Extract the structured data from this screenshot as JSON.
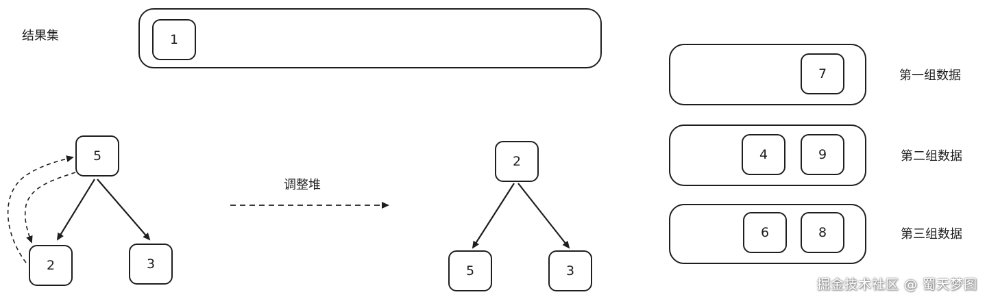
{
  "result_set": {
    "label": "结果集",
    "items": [
      "1"
    ]
  },
  "left_tree": {
    "root": "5",
    "left": "2",
    "right": "3"
  },
  "operation": {
    "label": "调整堆"
  },
  "right_tree": {
    "root": "2",
    "left": "5",
    "right": "3"
  },
  "groups": [
    {
      "label": "第一组数据",
      "items": [
        "7"
      ]
    },
    {
      "label": "第二组数据",
      "items": [
        "4",
        "9"
      ]
    },
    {
      "label": "第三组数据",
      "items": [
        "6",
        "8"
      ]
    }
  ],
  "watermark": "掘金技术社区 @ 蜀天梦图"
}
